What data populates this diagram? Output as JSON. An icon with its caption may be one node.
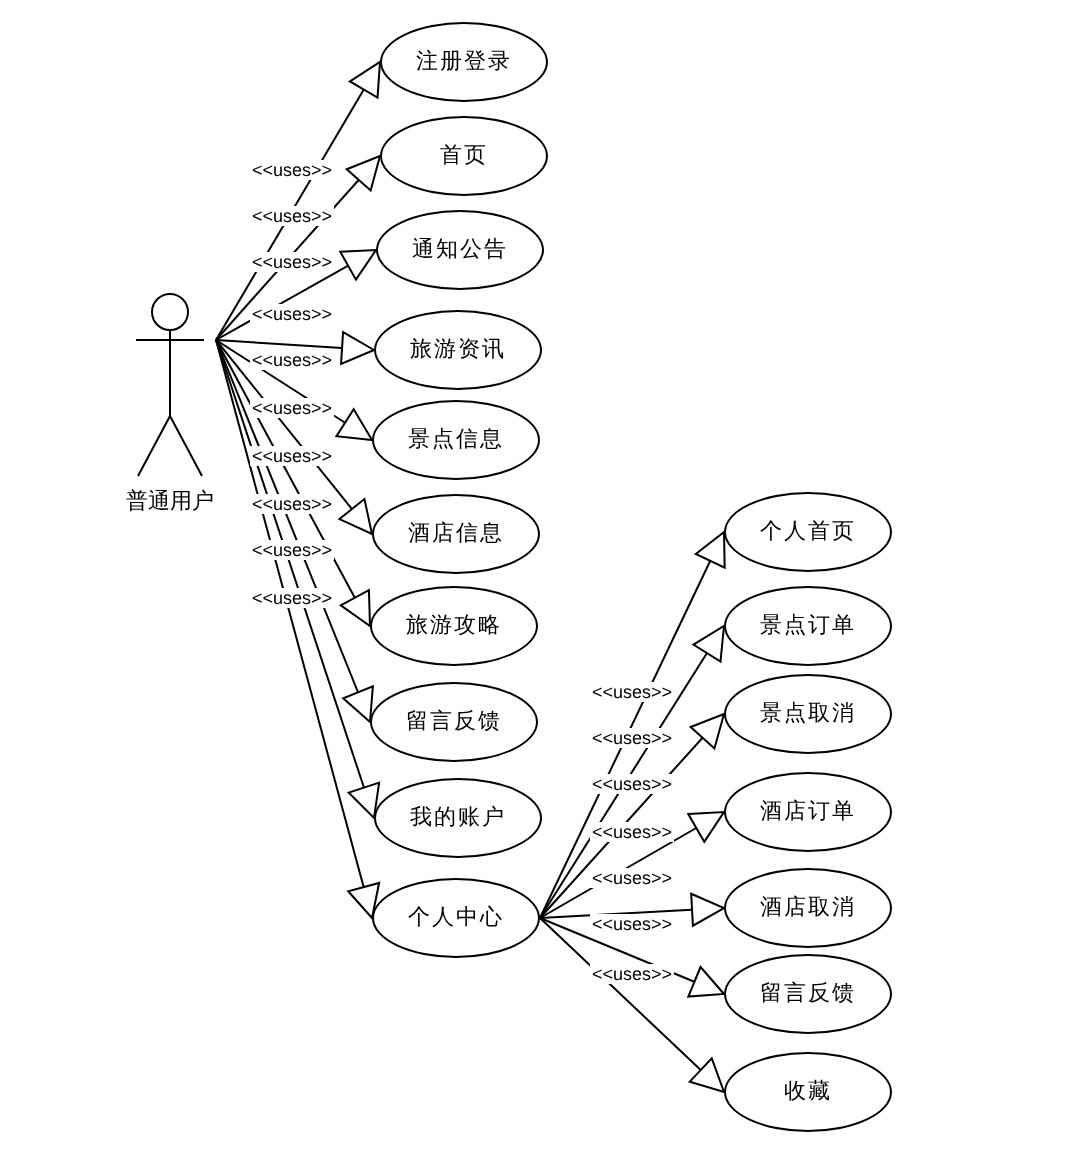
{
  "diagram": {
    "nodes": [
      {
        "text": [
          "普通用户"
        ]
      },
      {
        "text": [
          "注册登录"
        ]
      },
      {
        "text": [
          "首页"
        ]
      },
      {
        "text": [
          "通知公告"
        ]
      },
      {
        "text": [
          "旅游资讯"
        ]
      },
      {
        "text": [
          "景点信息"
        ]
      },
      {
        "text": [
          "酒店信息"
        ]
      },
      {
        "text": [
          "旅游攻略"
        ]
      },
      {
        "text": [
          "留言反馈"
        ]
      },
      {
        "text": [
          "我的账户"
        ]
      },
      {
        "text": [
          "个人中心"
        ]
      },
      {
        "text": [
          "个人首页"
        ]
      },
      {
        "text": [
          "景点订单"
        ]
      },
      {
        "text": [
          "景点取消"
        ]
      },
      {
        "text": [
          "酒店订单"
        ]
      },
      {
        "text": [
          "酒店取消"
        ]
      },
      {
        "text": [
          "留言反馈"
        ]
      },
      {
        "text": [
          "收藏"
        ]
      }
    ],
    "edges": [
      {
        "from": 0,
        "to": 1,
        "arrow": "to",
        "label": "<<uses>>"
      },
      {
        "from": 0,
        "to": 2,
        "arrow": "to",
        "label": "<<uses>>"
      },
      {
        "from": 0,
        "to": 3,
        "arrow": "to",
        "label": "<<uses>>"
      },
      {
        "from": 0,
        "to": 4,
        "arrow": "to",
        "label": "<<uses>>"
      },
      {
        "from": 0,
        "to": 5,
        "arrow": "to",
        "label": "<<uses>>"
      },
      {
        "from": 0,
        "to": 6,
        "arrow": "to",
        "label": "<<uses>>"
      },
      {
        "from": 0,
        "to": 7,
        "arrow": "to",
        "label": "<<uses>>"
      },
      {
        "from": 0,
        "to": 8,
        "arrow": "to",
        "label": "<<uses>>"
      },
      {
        "from": 0,
        "to": 9,
        "arrow": "to",
        "label": "<<uses>>"
      },
      {
        "from": 0,
        "to": 10,
        "arrow": "to",
        "label": "<<uses>>"
      },
      {
        "from": 10,
        "to": 11,
        "arrow": "to",
        "label": "<<uses>>"
      },
      {
        "from": 10,
        "to": 12,
        "arrow": "to",
        "label": "<<uses>>"
      },
      {
        "from": 10,
        "to": 13,
        "arrow": "to",
        "label": "<<uses>>"
      },
      {
        "from": 10,
        "to": 14,
        "arrow": "to",
        "label": "<<uses>>"
      },
      {
        "from": 10,
        "to": 15,
        "arrow": "to",
        "label": "<<uses>>"
      },
      {
        "from": 10,
        "to": 16,
        "arrow": "to",
        "label": "<<uses>>"
      },
      {
        "from": 10,
        "to": 17,
        "arrow": "to",
        "label": "<<uses>>"
      }
    ]
  }
}
